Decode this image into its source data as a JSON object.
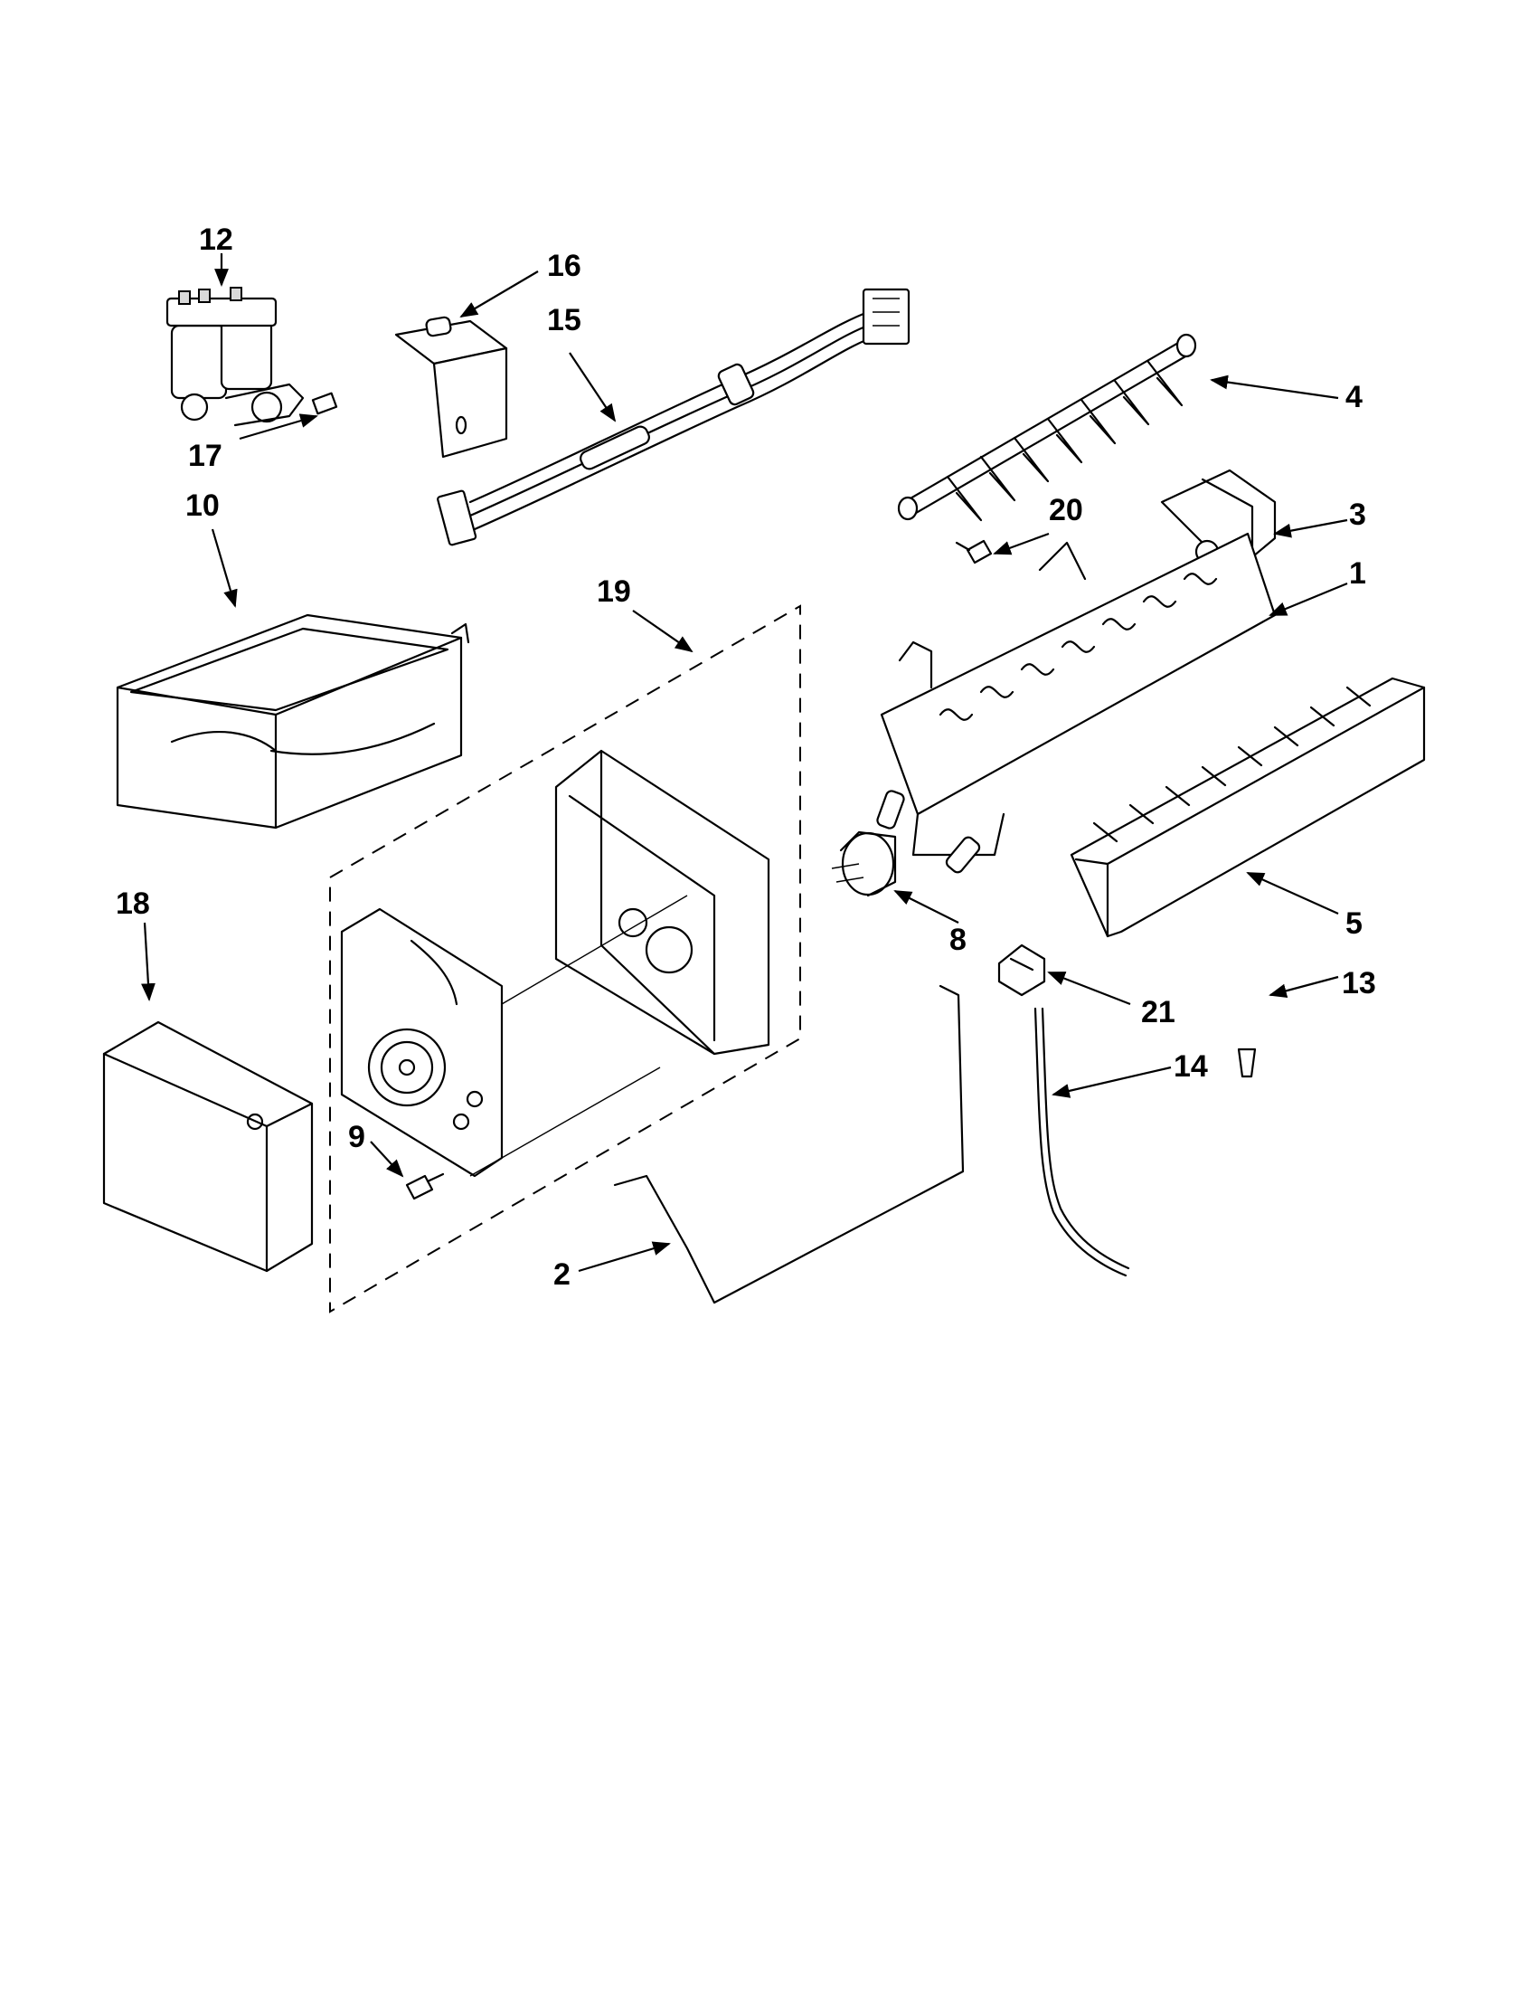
{
  "callouts": {
    "c1": "1",
    "c2": "2",
    "c3": "3",
    "c4": "4",
    "c5": "5",
    "c8": "8",
    "c9": "9",
    "c10": "10",
    "c12": "12",
    "c13": "13",
    "c14": "14",
    "c15": "15",
    "c16": "16",
    "c17": "17",
    "c18": "18",
    "c19": "19",
    "c20": "20",
    "c21": "21"
  }
}
